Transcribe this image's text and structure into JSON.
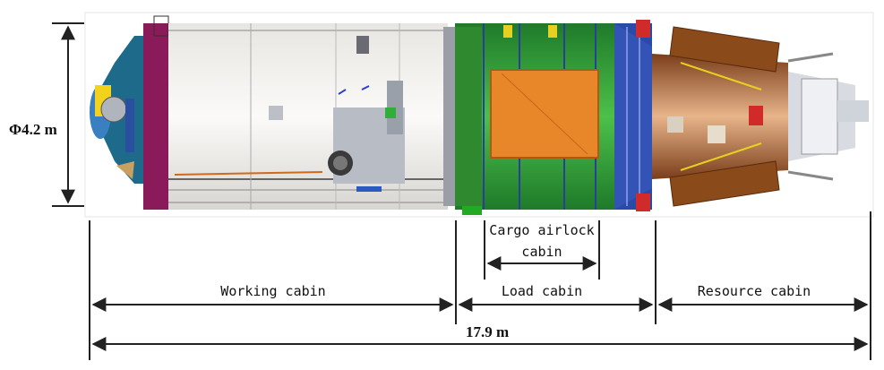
{
  "figure": {
    "diameter_label": "Φ4.2 m",
    "total_length_label": "17.9 m",
    "sections": {
      "working": "Working cabin",
      "load": "Load cabin",
      "resource": "Resource cabin"
    },
    "airlock": {
      "line1": "Cargo airlock",
      "line2": "cabin"
    }
  },
  "colors": {
    "working_body": "#f2f0ec",
    "load_green": "#3aa53a",
    "cargo_orange": "#e8862a",
    "resource_brown": "#a8632e",
    "resource_bronze": "#c88850",
    "frame_magenta": "#8a1a5a",
    "panel_blue": "#2a3f9a"
  }
}
